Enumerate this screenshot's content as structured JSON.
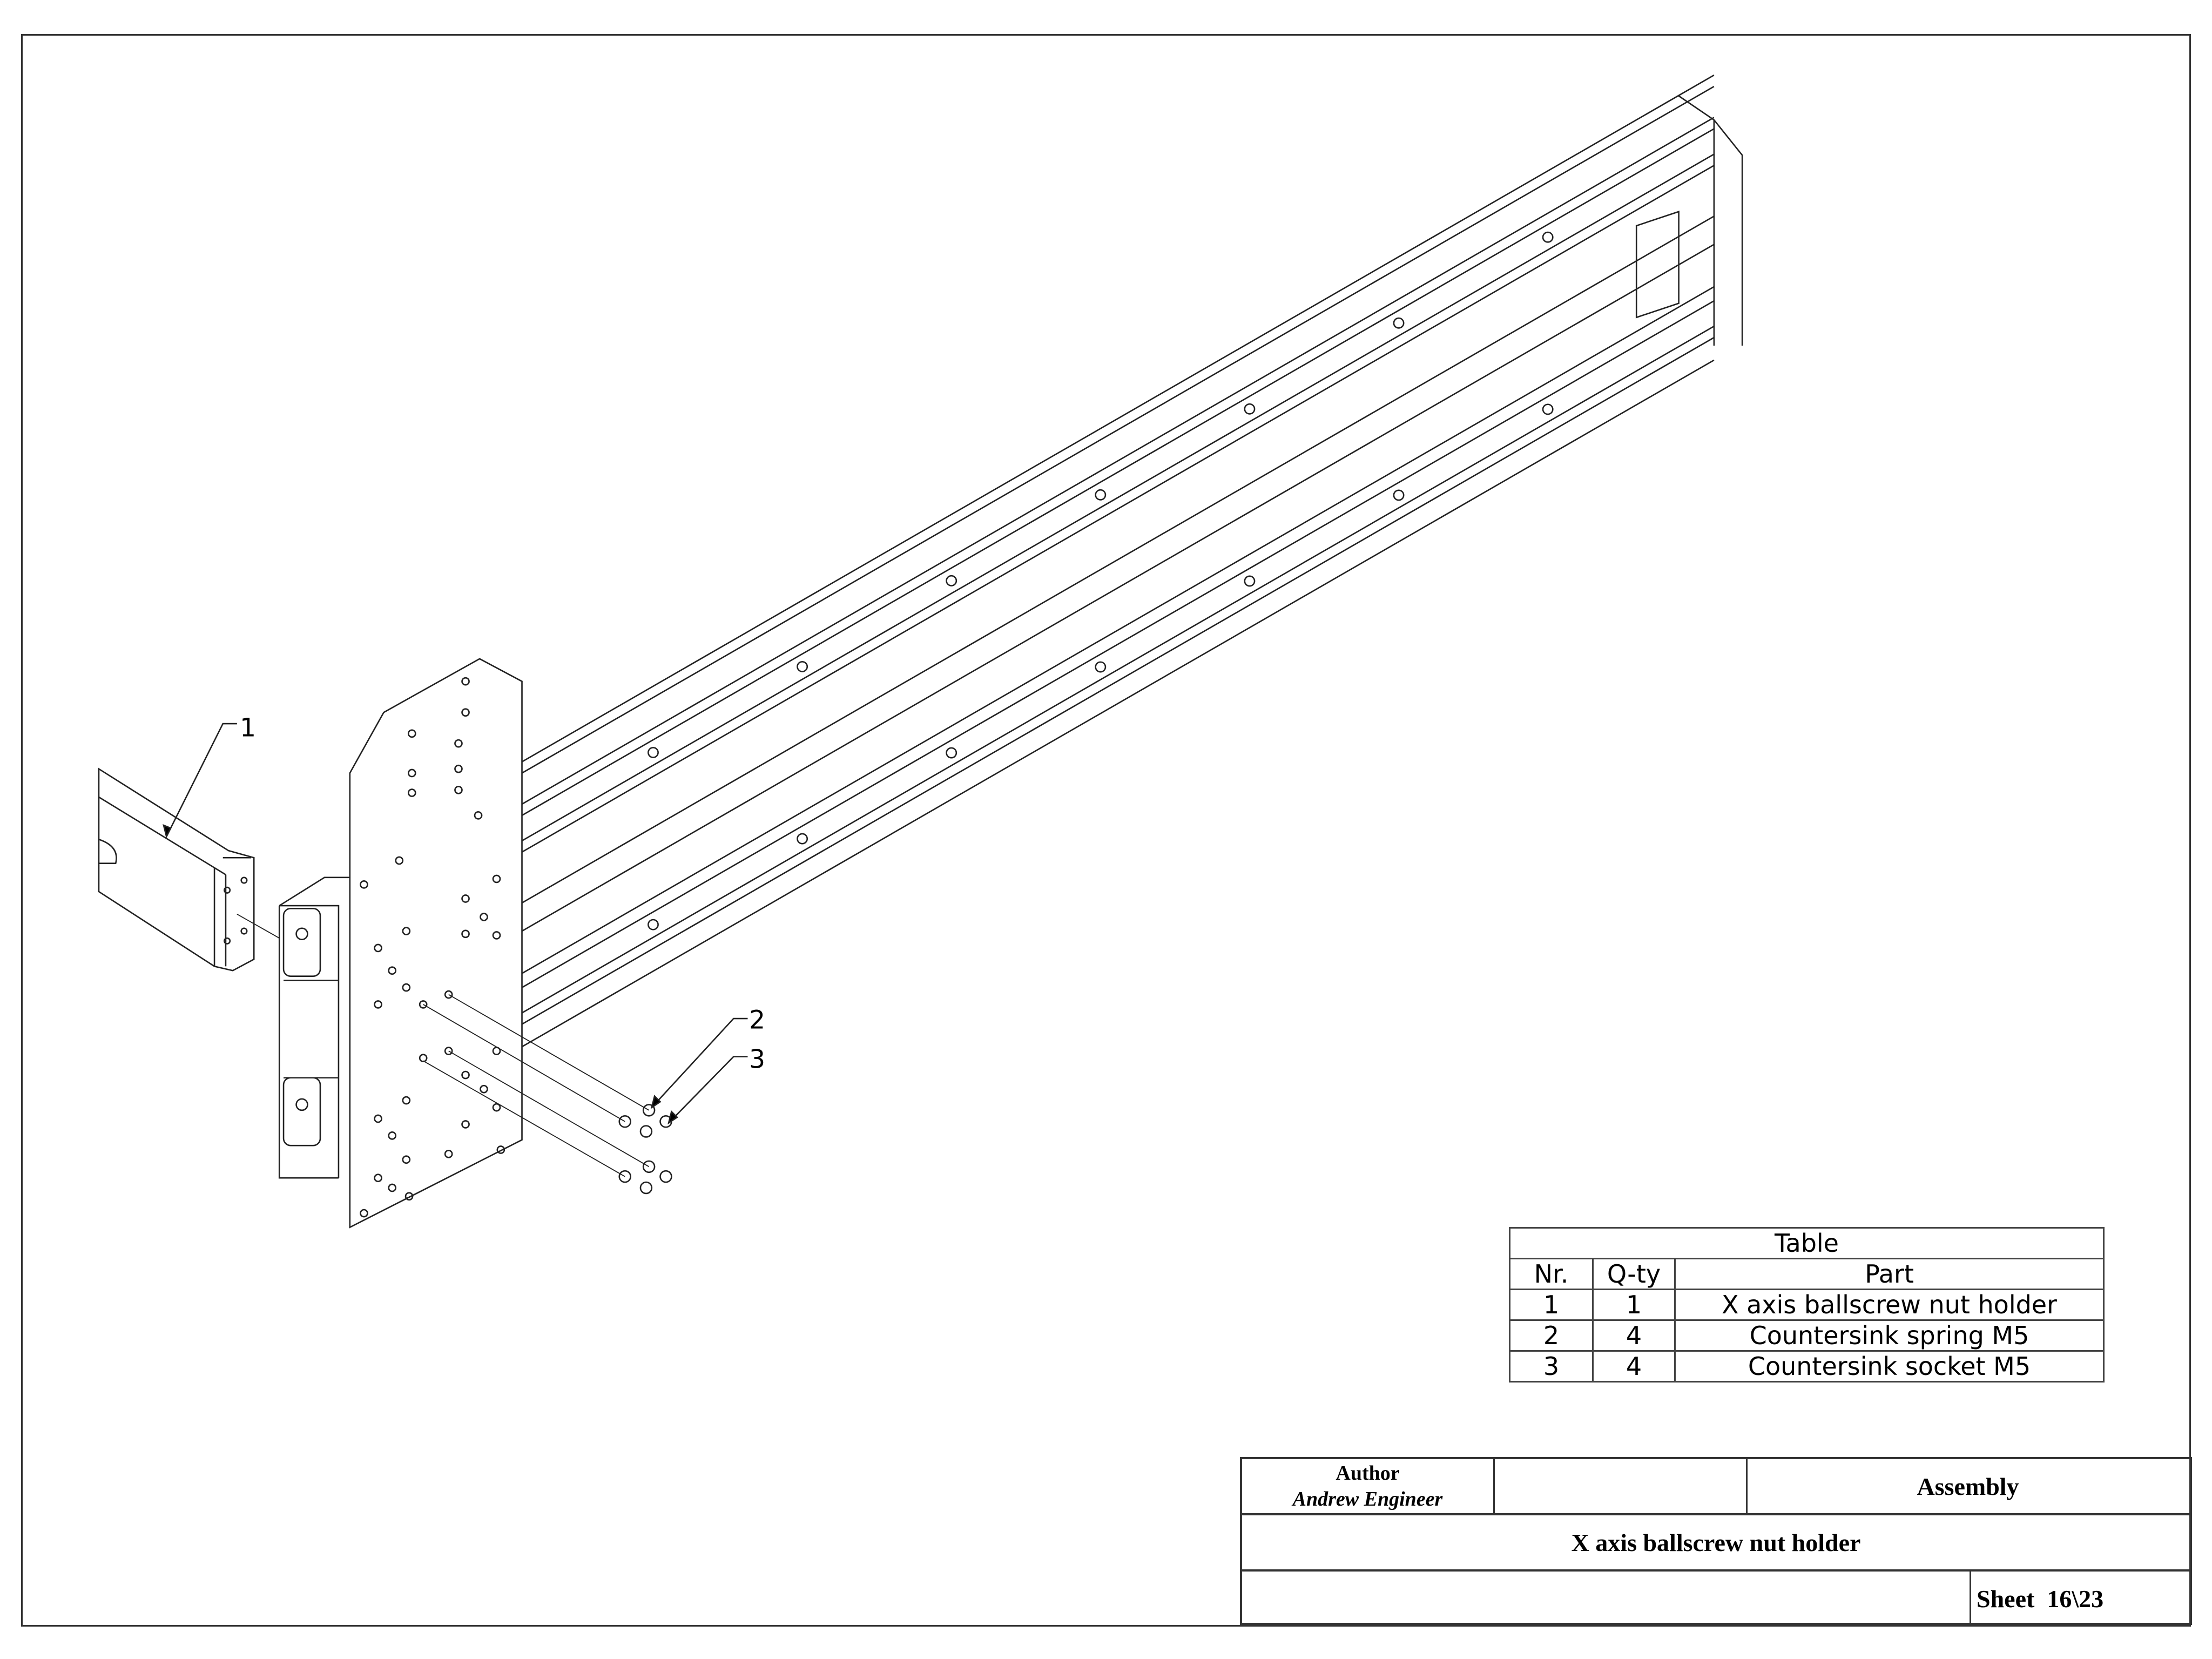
{
  "drawing": {
    "balloons": [
      "1",
      "2",
      "3"
    ]
  },
  "bom_table": {
    "title": "Table",
    "headers": [
      "Nr.",
      "Q-ty",
      "Part"
    ],
    "rows": [
      {
        "nr": "1",
        "qty": "1",
        "part": "X axis ballscrew nut holder"
      },
      {
        "nr": "2",
        "qty": "4",
        "part": "Countersink spring M5"
      },
      {
        "nr": "3",
        "qty": "4",
        "part": "Countersink socket M5"
      }
    ]
  },
  "title_block": {
    "author_label": "Author",
    "author_name": "Andrew Engineer",
    "type": "Assembly",
    "title": "X axis ballscrew nut holder",
    "sheet": "Sheet  16\\23"
  }
}
